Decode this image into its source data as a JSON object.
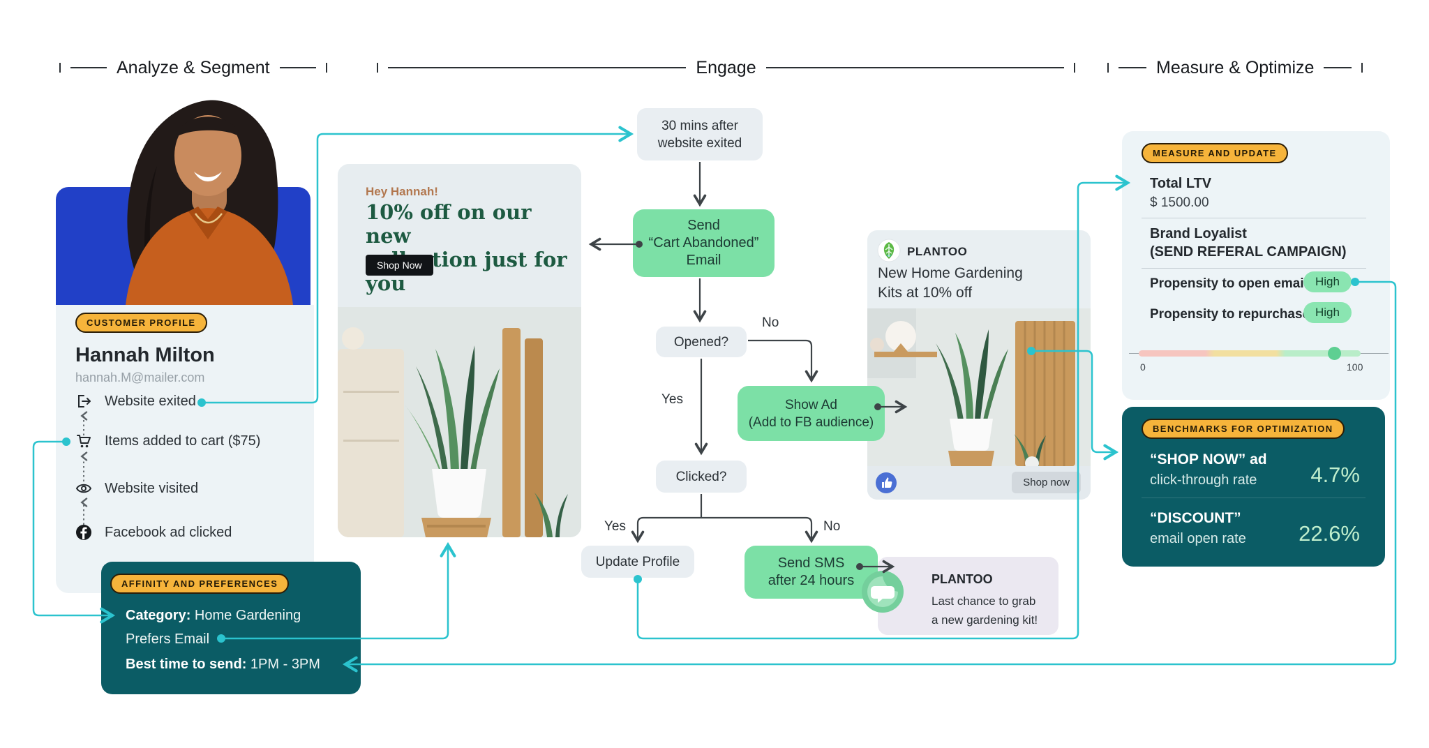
{
  "stages": {
    "analyze": "Analyze & Segment",
    "engage": "Engage",
    "measure": "Measure & Optimize"
  },
  "profile": {
    "badge": "CUSTOMER PROFILE",
    "name": "Hannah Milton",
    "email": "hannah.M@mailer.com",
    "timeline": [
      {
        "icon": "logout-icon",
        "label": "Website exited"
      },
      {
        "icon": "cart-icon",
        "label": "Items added to cart ($75)"
      },
      {
        "icon": "eye-icon",
        "label": "Website visited"
      },
      {
        "icon": "facebook-icon",
        "label": "Facebook ad clicked"
      }
    ]
  },
  "affinity": {
    "badge": "AFFINITY AND PREFERENCES",
    "category_label": "Category:",
    "category_value": " Home Gardening",
    "prefers": "Prefers Email",
    "best_time_label": "Best time to send:",
    "best_time_value": " 1PM - 3PM"
  },
  "email_ad": {
    "greeting": "Hey Hannah!",
    "headline_line1": "10% off on our new",
    "headline_line2": "collection just for you",
    "cta": "Shop Now"
  },
  "flow": {
    "trigger_line1": "30 mins after",
    "trigger_line2": "website exited",
    "send_email_line1": "Send",
    "send_email_line2": "“Cart Abandoned”",
    "send_email_line3": "Email",
    "opened": "Opened?",
    "no1": "No",
    "yes1": "Yes",
    "show_ad_line1": "Show Ad",
    "show_ad_line2": "(Add to FB audience)",
    "clicked": "Clicked?",
    "yes2": "Yes",
    "no2": "No",
    "update_profile": "Update Profile",
    "send_sms_line1": "Send SMS",
    "send_sms_line2": "after 24 hours"
  },
  "fb_ad": {
    "brand": "PLANTOO",
    "headline_line1": "New Home Gardening",
    "headline_line2": "Kits at 10% off",
    "cta": "Shop now"
  },
  "sms": {
    "brand": "PLANTOO",
    "line1": "Last chance to grab",
    "line2": "a new gardening kit!"
  },
  "measure": {
    "badge": "MEASURE AND UPDATE",
    "ltv_label": "Total LTV",
    "ltv_value": "$ 1500.00",
    "loyalist_line1": "Brand Loyalist",
    "loyalist_line2": "(SEND REFERAL CAMPAIGN)",
    "prop_open_label": "Propensity to open email",
    "prop_open_value": "High",
    "prop_repurchase_label": "Propensity to repurchase",
    "prop_repurchase_value": "High",
    "scale_min": "0",
    "scale_max": "100",
    "scale_knob_percent": 88
  },
  "benchmarks": {
    "badge": "BENCHMARKS FOR OPTIMIZATION",
    "row1_title": "“SHOP NOW” ad",
    "row1_sub": "click-through rate",
    "row1_value": "4.7%",
    "row2_title": "“DISCOUNT”",
    "row2_sub": "email open rate",
    "row2_value": "22.6%"
  },
  "colors": {
    "accent_teal": "#2BC3CE",
    "flow_green": "#7CE0A6",
    "dark_teal": "#0B5C65",
    "badge_yellow": "#F6B43B",
    "photo_blue": "#2140C7",
    "arrow_dark": "#3D4347"
  }
}
